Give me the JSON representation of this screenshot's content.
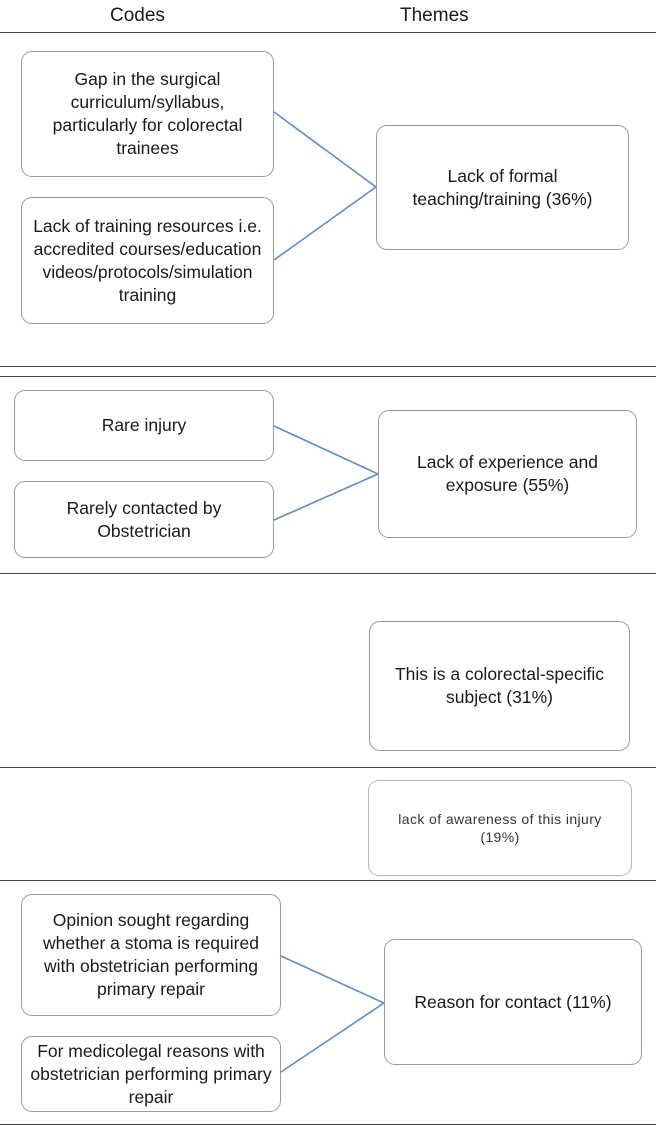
{
  "header": {
    "codes_label": "Codes",
    "themes_label": "Themes"
  },
  "sections": [
    {
      "codes": [
        "Gap in the surgical curriculum/syllabus, particularly for colorectal trainees",
        "Lack of training resources i.e. accredited courses/education videos/protocols/simulation training"
      ],
      "theme": "Lack of formal teaching/training (36%)"
    },
    {
      "codes": [
        "Rare injury",
        "Rarely contacted by Obstetrician"
      ],
      "theme": "Lack of experience and exposure (55%)"
    },
    {
      "codes": [],
      "theme": "This is a colorectal-specific subject (31%)"
    },
    {
      "codes": [],
      "theme": "lack of awareness of this injury (19%)"
    },
    {
      "codes": [
        "Opinion sought regarding whether a stoma is required with obstetrician performing primary repair",
        "For medicolegal reasons with obstetrician performing primary repair"
      ],
      "theme": "Reason for contact (11%)"
    }
  ],
  "colors": {
    "connector": "#5b8fc4",
    "box_border": "#9a9a9a",
    "divider": "#444444"
  }
}
